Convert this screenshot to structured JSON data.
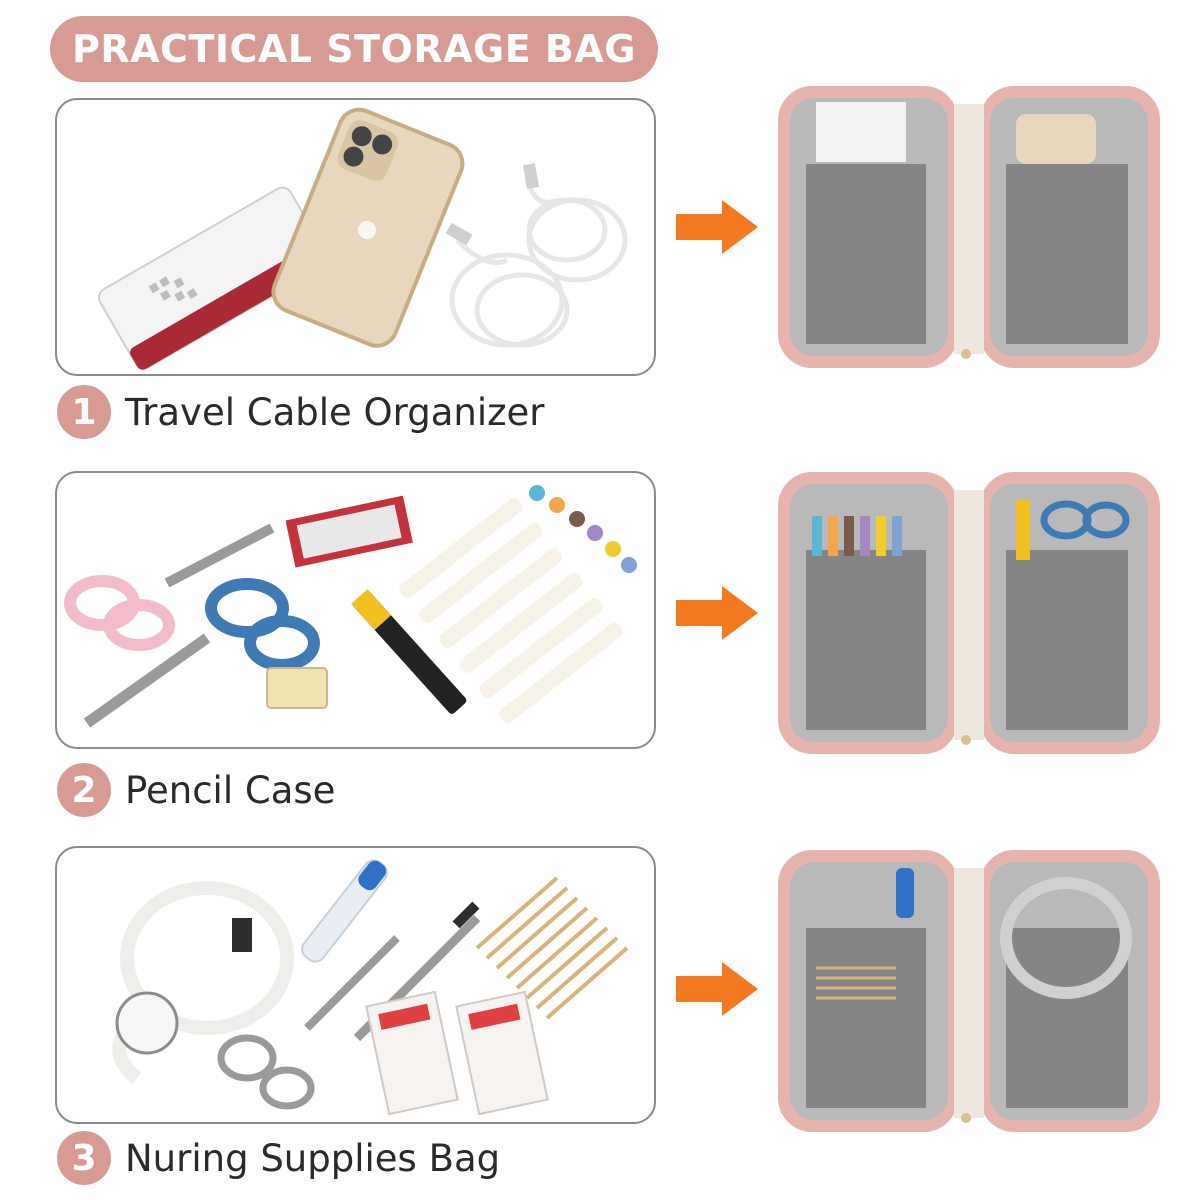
{
  "banner": {
    "title": "PRACTICAL STORAGE BAG",
    "color": "#d79b93"
  },
  "arrow_color": "#f47a1f",
  "sections": [
    {
      "number": "1",
      "label": "Travel Cable Organizer",
      "items": [
        "power-bank",
        "phone",
        "usb-cable"
      ]
    },
    {
      "number": "2",
      "label": "Pencil Case",
      "items": [
        "scissors",
        "staples-box",
        "highlighters",
        "utility-knife",
        "eraser"
      ]
    },
    {
      "number": "3",
      "label": "Nuring Supplies Bag",
      "items": [
        "stethoscope",
        "thermometer",
        "scissors",
        "tweezers",
        "cotton-swabs",
        "bandages"
      ]
    }
  ]
}
